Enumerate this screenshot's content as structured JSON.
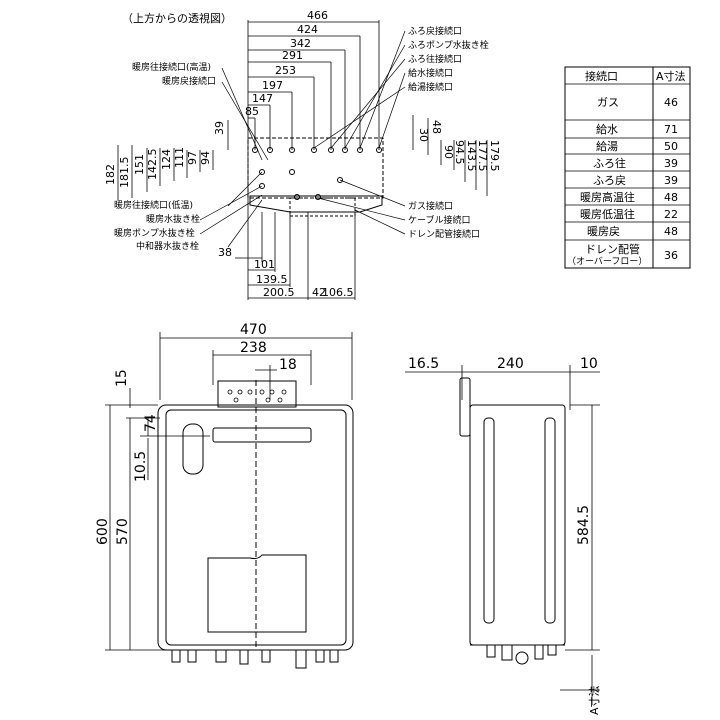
{
  "title": "（上方からの透視図）",
  "top_dims": [
    "466",
    "424",
    "342",
    "291",
    "253",
    "197",
    "147",
    "85"
  ],
  "left_dims": [
    "39",
    "182",
    "181.5",
    "151",
    "142.5",
    "124",
    "111",
    "97",
    "94"
  ],
  "right_dims": [
    "30",
    "48",
    "90",
    "94.5",
    "143.5",
    "177.5",
    "179.5"
  ],
  "bottom_dims": [
    "38",
    "101",
    "139.5",
    "200.5",
    "42",
    "106.5"
  ],
  "labels_right": [
    "ふろ戻接続口",
    "ふろポンプ水抜き栓",
    "ふろ往接続口",
    "給水接続口",
    "給湯接続口",
    "ガス接続口",
    "ケーブル接続口",
    "ドレン配管接続口"
  ],
  "labels_left": [
    "暖房往接続口(高温)",
    "暖房戻接続口",
    "暖房往接続口(低温)",
    "暖房水抜き栓",
    "暖房ポンプ水抜き栓",
    "中和器水抜き栓"
  ],
  "table": {
    "headers": [
      "接続口",
      "A寸法"
    ],
    "rows": [
      {
        "name": "ガス",
        "value": "46"
      },
      {
        "name": "給水",
        "value": "71"
      },
      {
        "name": "給湯",
        "value": "50"
      },
      {
        "name": "ふろ往",
        "value": "39"
      },
      {
        "name": "ふろ戻",
        "value": "39"
      },
      {
        "name": "暖房高温往",
        "value": "48"
      },
      {
        "name": "暖房低温往",
        "value": "22"
      },
      {
        "name": "暖房戻",
        "value": "48"
      },
      {
        "name": "ドレン配管",
        "value": "36",
        "sub": "（オーバーフロー）"
      }
    ]
  },
  "front_dims": {
    "width": "470",
    "inner": "238",
    "small": "18",
    "top": "15",
    "h74": "74",
    "h105": "10.5",
    "height": "600",
    "h570": "570"
  },
  "side_dims": {
    "left": "16.5",
    "depth": "240",
    "right": "10",
    "height": "584.5",
    "a_label": "A寸法"
  }
}
